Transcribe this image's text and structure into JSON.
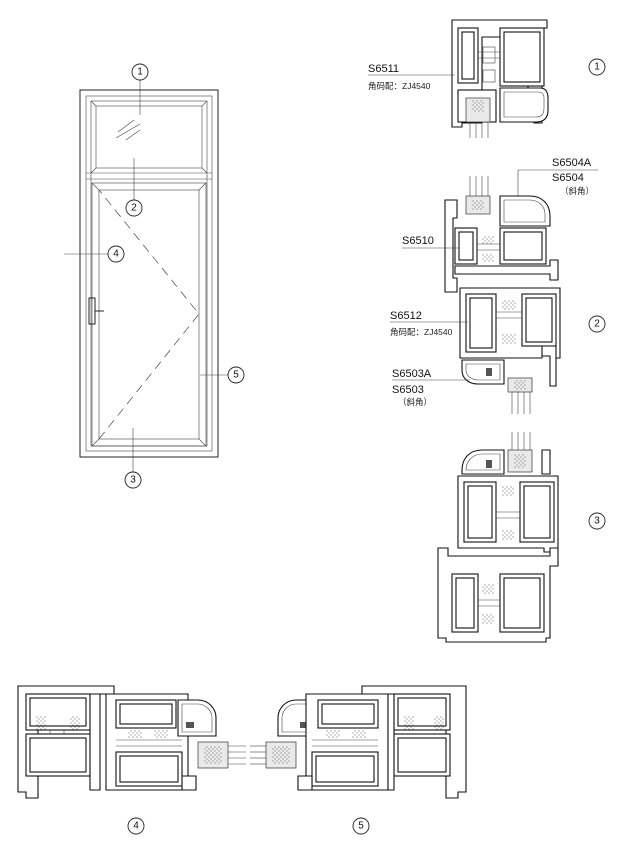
{
  "elevation_callouts": [
    "1",
    "2",
    "3",
    "4",
    "5"
  ],
  "section_markers": [
    "1",
    "2",
    "3",
    "4",
    "5"
  ],
  "profiles": {
    "s6511": {
      "code": "S6511",
      "note": "角码配：ZJ4540"
    },
    "s6504": {
      "code_a": "S6504A",
      "code": "S6504",
      "note": "（斜角）"
    },
    "s6510": {
      "code": "S6510"
    },
    "s6512": {
      "code": "S6512",
      "note": "角码配：ZJ4540"
    },
    "s6503": {
      "code_a": "S6503A",
      "code": "S6503",
      "note": "（斜角）"
    }
  },
  "colors": {
    "line": "#222222",
    "fill": "#ffffff",
    "glass": "#e9e9e9"
  }
}
